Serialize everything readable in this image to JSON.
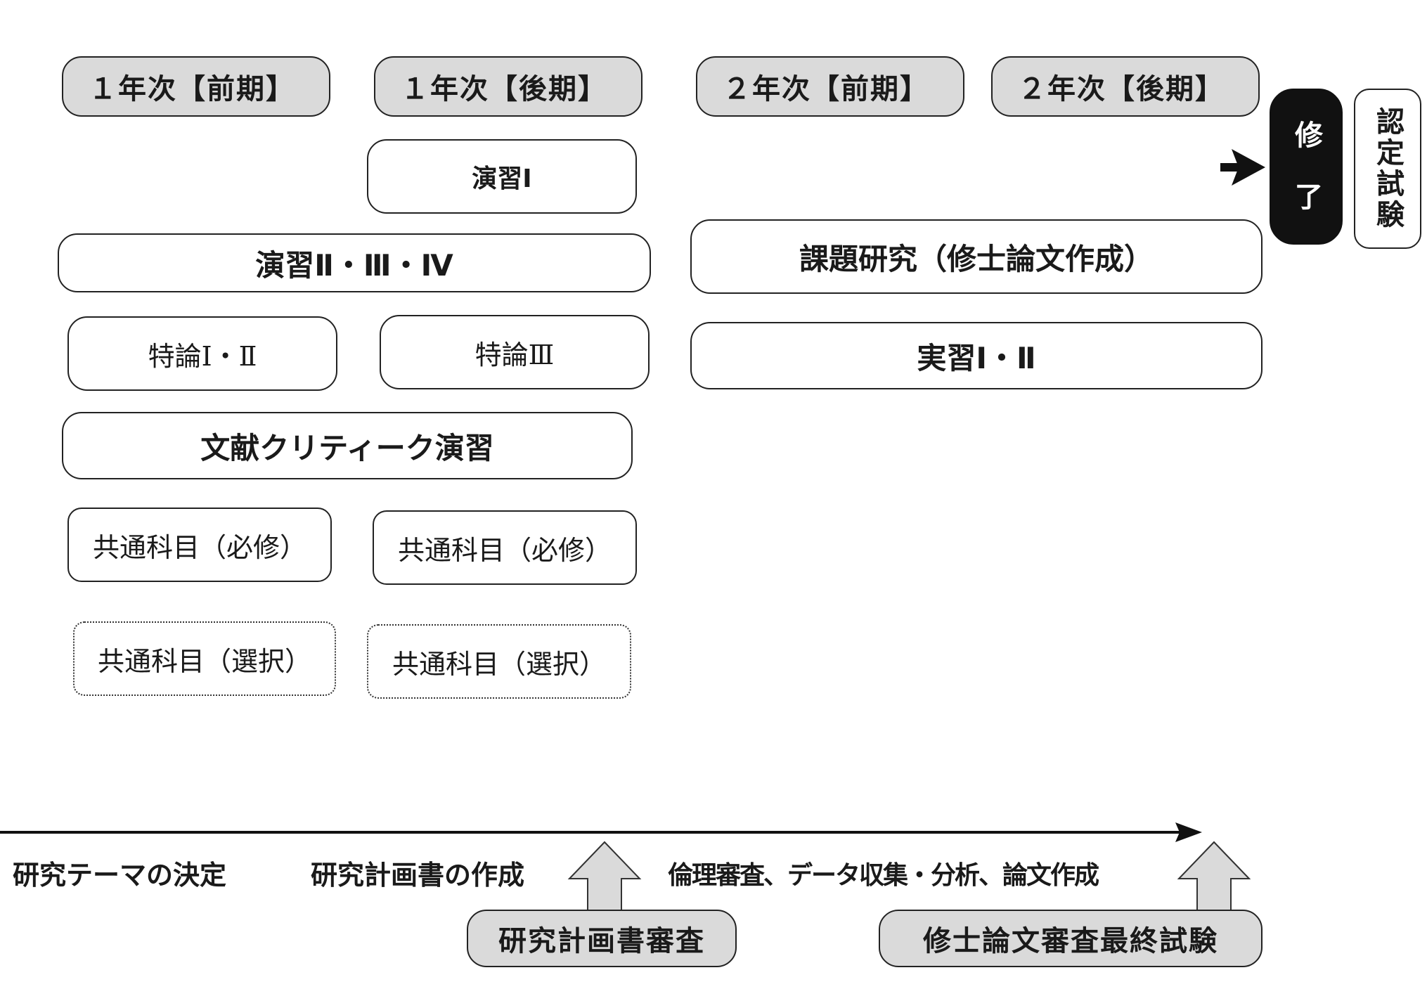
{
  "headers": {
    "y1_first": "１年次【前期】",
    "y1_second": "１年次【後期】",
    "y2_first": "２年次【前期】",
    "y2_second": "２年次【後期】"
  },
  "courses": {
    "enshu1": "演習Ⅰ",
    "enshu234": "演習Ⅱ・Ⅲ・Ⅳ",
    "kadai": "課題研究（修士論文作成）",
    "tokuron12": "特論Ⅰ・Ⅱ",
    "tokuron3": "特論Ⅲ",
    "jisshu": "実習Ⅰ・Ⅱ",
    "bunken": "文献クリティーク演習",
    "common_req_1": "共通科目（必修）",
    "common_req_2": "共通科目（必修）",
    "common_sel_1": "共通科目（選択）",
    "common_sel_2": "共通科目（選択）"
  },
  "completion": "修　了",
  "certification": "認定試験",
  "timeline": {
    "step1": "研究テーマの決定",
    "step2": "研究計画書の作成",
    "step3": "倫理審査、データ収集・分析、論文作成"
  },
  "reviews": {
    "plan_review": "研究計画書審査",
    "thesis_review": "修士論文審査最終試験"
  },
  "colors": {
    "header_fill": "#dadada",
    "completion_fill": "#111111",
    "border": "#222222"
  }
}
